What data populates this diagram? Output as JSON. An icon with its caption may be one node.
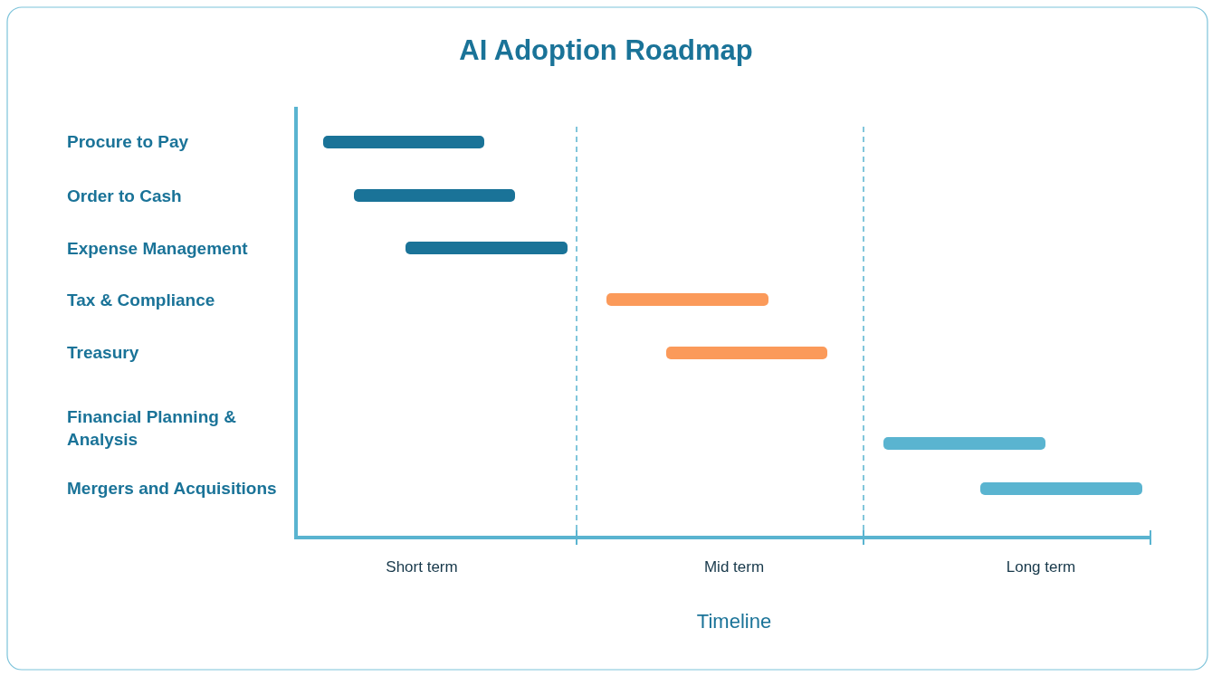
{
  "diagram": {
    "title": "AI Adoption Roadmap",
    "nodes": [
      {
        "text": [],
        "shape": "bar"
      },
      {
        "text": [],
        "shape": "bar"
      },
      {
        "text": [],
        "shape": "bar"
      },
      {
        "text": [],
        "shape": "bar"
      },
      {
        "text": [],
        "shape": "bar"
      },
      {
        "text": [],
        "shape": "bar"
      },
      {
        "text": [],
        "shape": "bar"
      }
    ],
    "labels": [
      "Procure to Pay",
      "Order to Cash",
      "Expense Management",
      "Tax & Compliance",
      "Treasury",
      "Financial Planning & Analysis",
      "Mergers and Acquisitions",
      "Short term",
      "Mid term",
      "Long term",
      "Timeline"
    ]
  }
}
